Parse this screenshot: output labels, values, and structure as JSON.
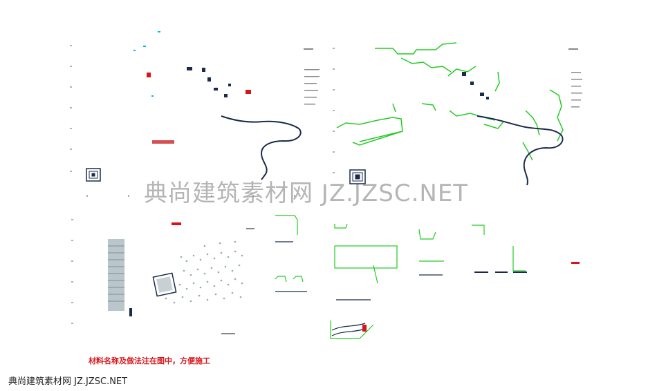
{
  "watermark": {
    "center_text": "典尚建筑素材网 JZ.JZSC.NET",
    "bottom_text": "典尚建筑素材网 JZ.JZSC.NET"
  },
  "notes": {
    "bottom_caption": "材料名称及做法注在图中，方便施工"
  },
  "colors": {
    "background": "#ffffff",
    "line_dark": "#1a2a4a",
    "line_green": "#22cc22",
    "accent_red": "#d8141a",
    "accent_cyan": "#00bcd4"
  }
}
